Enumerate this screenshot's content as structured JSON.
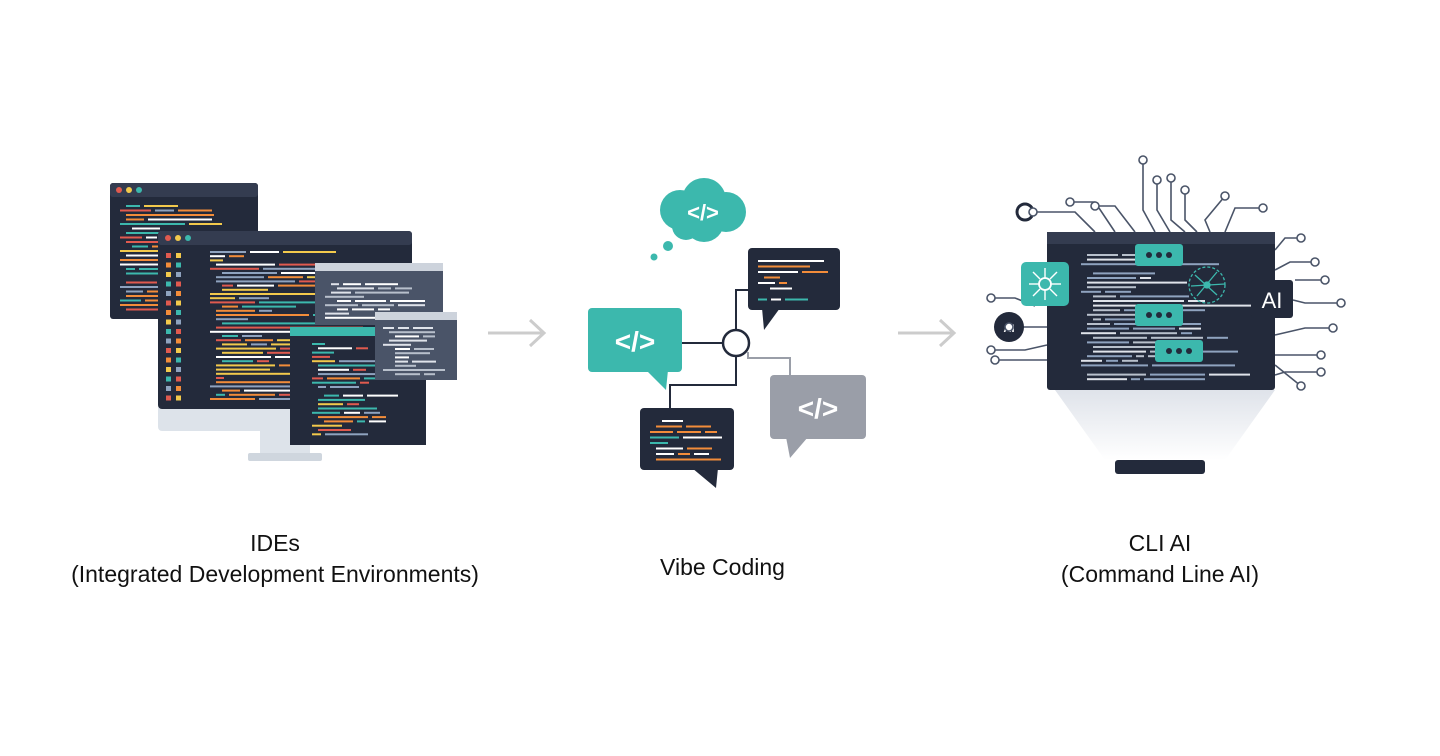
{
  "stages": [
    {
      "id": "ide",
      "title": "IDEs",
      "subtitle": "(Integrated Development Environments)",
      "icon": "multi-window-code-editor-icon"
    },
    {
      "id": "vibe",
      "title": "Vibe Coding",
      "subtitle": "",
      "icon": "code-chat-bubbles-icon"
    },
    {
      "id": "cli",
      "title": "CLI AI",
      "subtitle": "(Command Line AI)",
      "icon": "ai-circuit-terminal-icon"
    }
  ],
  "glyphs": {
    "code_tag": "</>",
    "ai_badge": "AI"
  },
  "colors": {
    "dark_navy": "#232a3b",
    "window_gray": "#4a5468",
    "teal": "#3cb8ad",
    "gray_bubble": "#9a9ea8",
    "arrow": "#cccccc",
    "code_orange": "#f28c3a",
    "code_red": "#e05a4f",
    "code_yellow": "#f2c94c",
    "code_green": "#3cb8ad"
  }
}
